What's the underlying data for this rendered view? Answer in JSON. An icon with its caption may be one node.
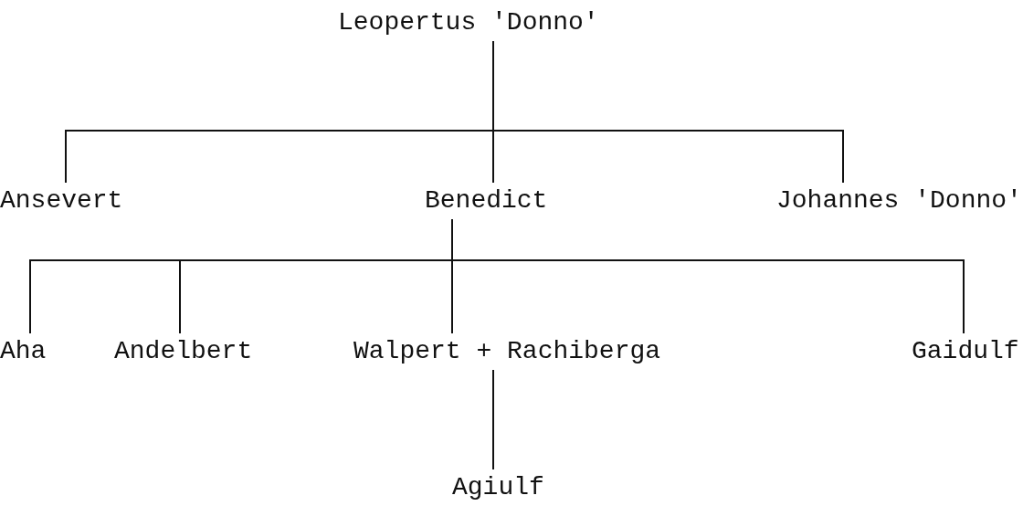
{
  "diagram": {
    "nodes": [
      {
        "text": [
          "Leopertus 'Donno'"
        ]
      },
      {
        "text": [
          "Ansevert"
        ]
      },
      {
        "text": [
          "Benedict"
        ]
      },
      {
        "text": [
          "Johannes 'Donno'"
        ]
      },
      {
        "text": [
          "Aha"
        ]
      },
      {
        "text": [
          "Andelbert"
        ]
      },
      {
        "text": [
          "Walpert + Rachiberga"
        ]
      },
      {
        "text": [
          "Gaidulf"
        ]
      },
      {
        "text": [
          "Agiulf"
        ]
      }
    ],
    "edges": [
      {
        "from": 0,
        "to": 1,
        "arrow": "none"
      },
      {
        "from": 0,
        "to": 2,
        "arrow": "none"
      },
      {
        "from": 0,
        "to": 3,
        "arrow": "none"
      },
      {
        "from": 2,
        "to": 4,
        "arrow": "none"
      },
      {
        "from": 2,
        "to": 5,
        "arrow": "none"
      },
      {
        "from": 2,
        "to": 6,
        "arrow": "none"
      },
      {
        "from": 2,
        "to": 7,
        "arrow": "none"
      },
      {
        "from": 6,
        "to": 8,
        "arrow": "none"
      }
    ]
  }
}
